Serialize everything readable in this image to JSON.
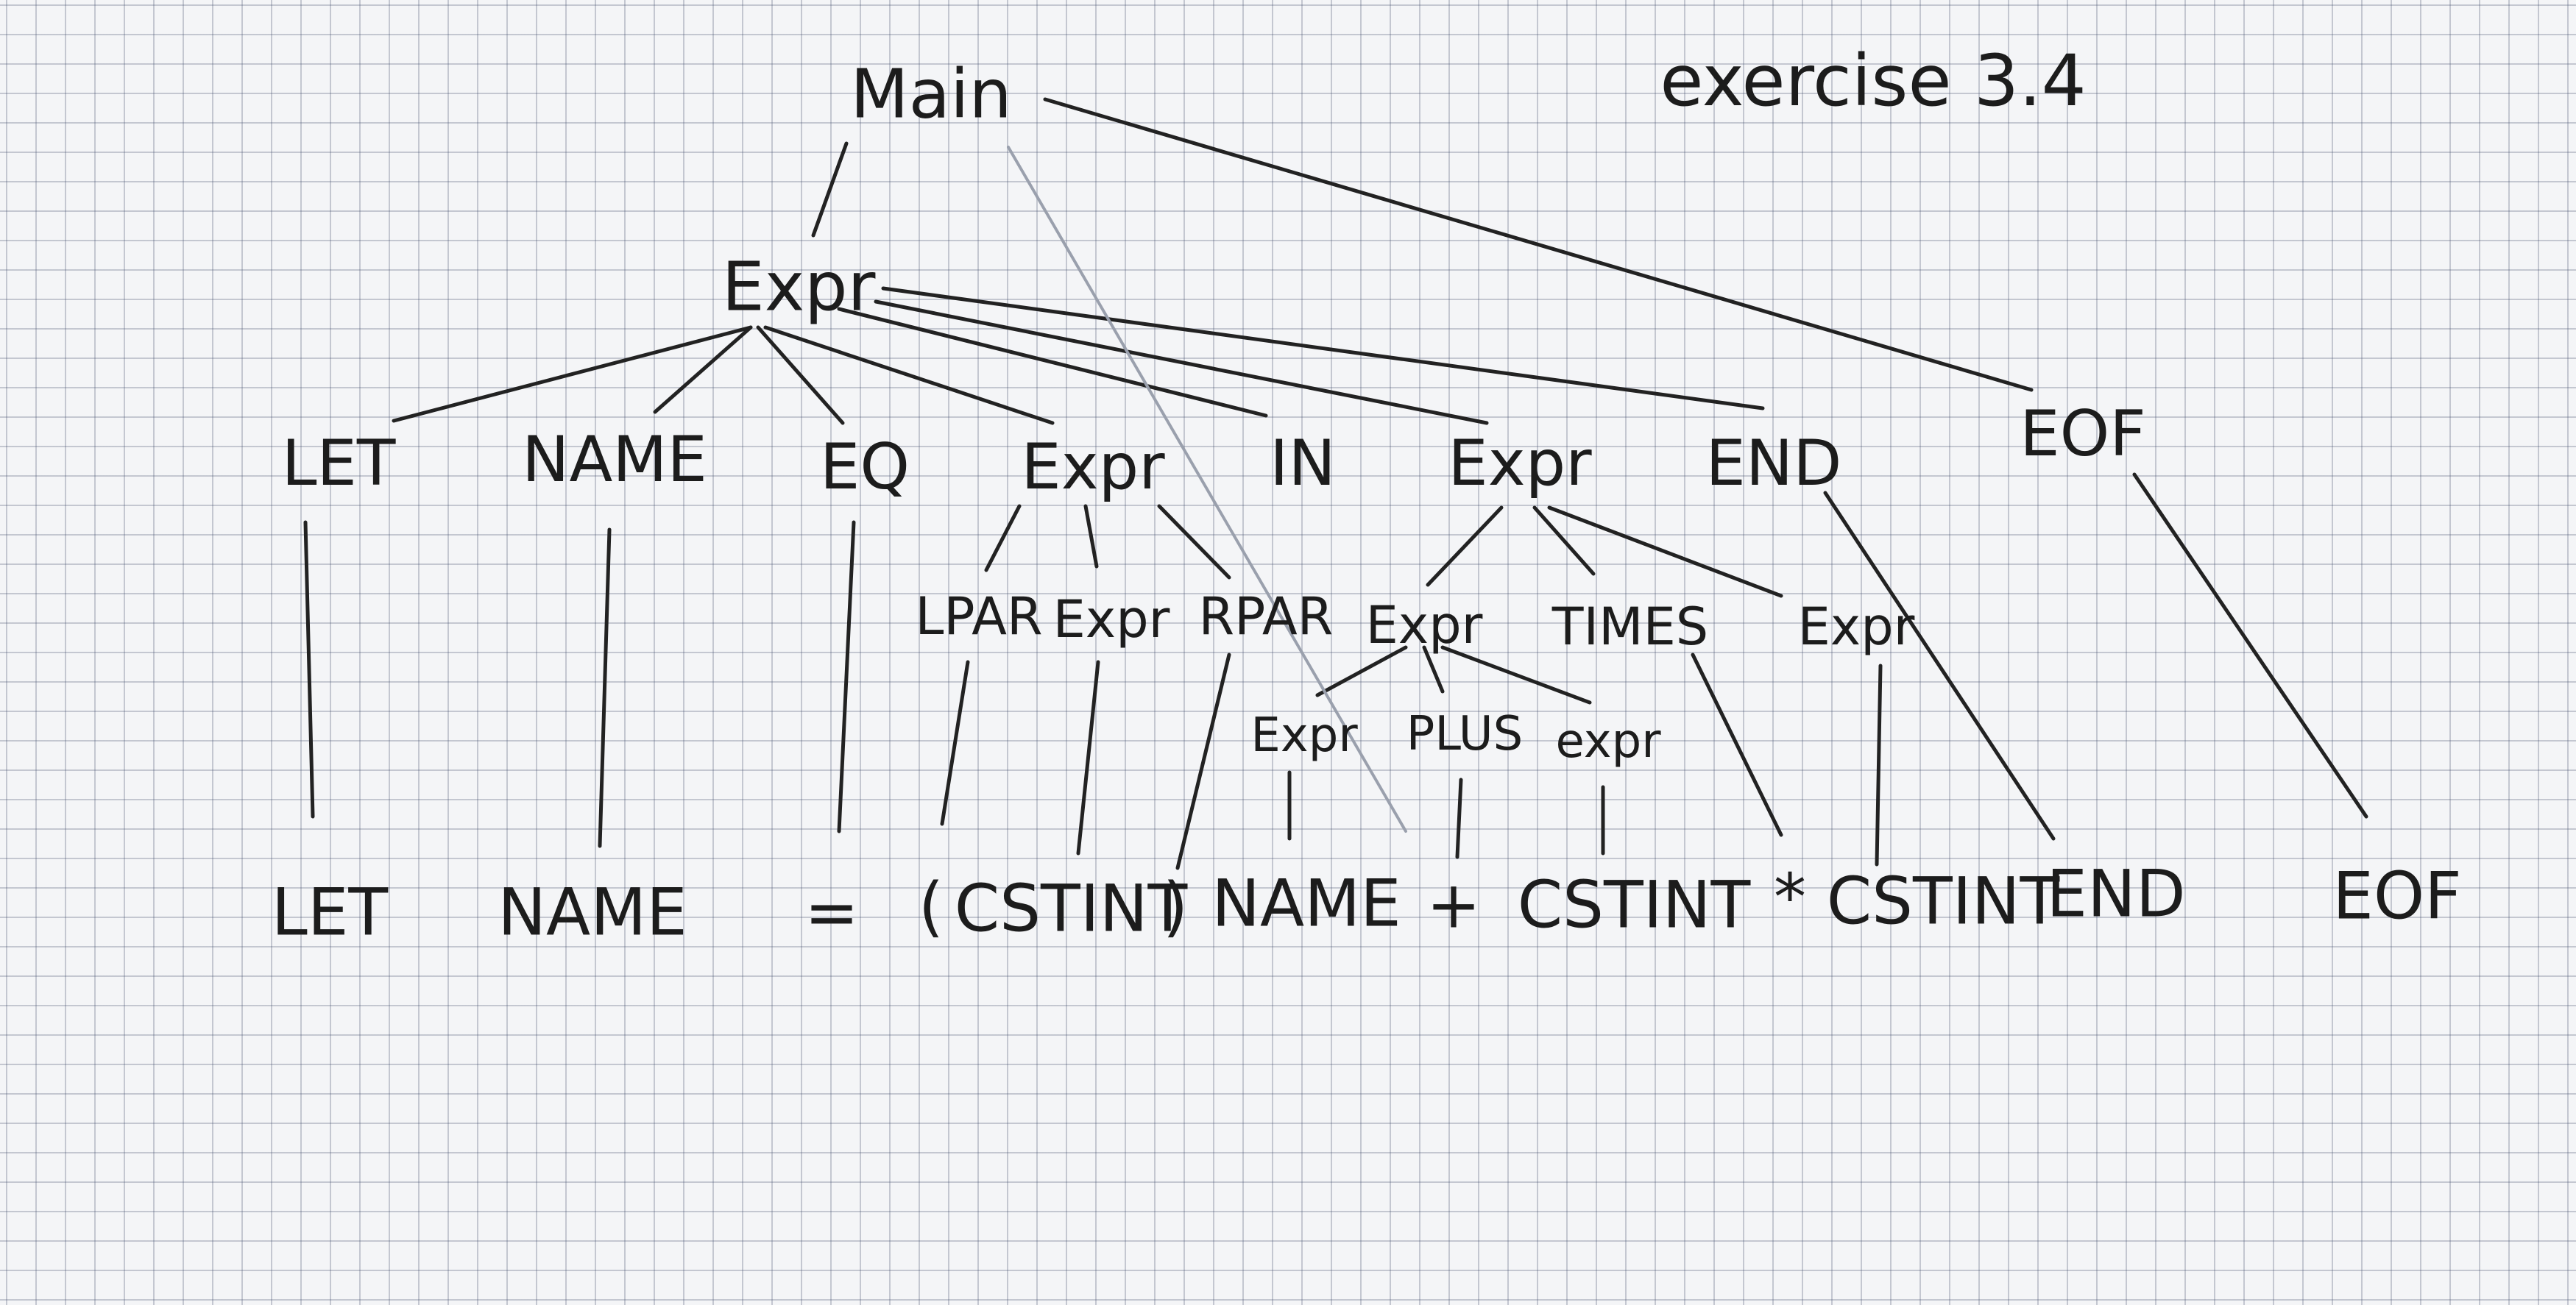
{
  "title": "exercise 3.4",
  "nodes": {
    "main": "Main",
    "expr_root": "Expr",
    "let": "LET",
    "name": "NAME",
    "eq": "EQ",
    "expr_let": "Expr",
    "in": "IN",
    "expr_body": "Expr",
    "end": "END",
    "eof": "EOF",
    "lpar": "LPAR",
    "expr_paren": "Expr",
    "rpar": "RPAR",
    "expr_left": "Expr",
    "times": "TIMES",
    "expr_right": "Expr",
    "expr_name": "Expr",
    "plus": "PLUS",
    "expr_cst": "expr"
  },
  "tokens": {
    "let": "LET",
    "name": "NAME",
    "eq": "=",
    "lpar": "(",
    "cstint1": "CSTINT",
    "rpar": ")",
    "name2": "NAME",
    "plus": "+",
    "cstint2": "CSTINT",
    "times": "*",
    "cstint3": "CSTINT",
    "end": "END",
    "eof": "EOF"
  }
}
